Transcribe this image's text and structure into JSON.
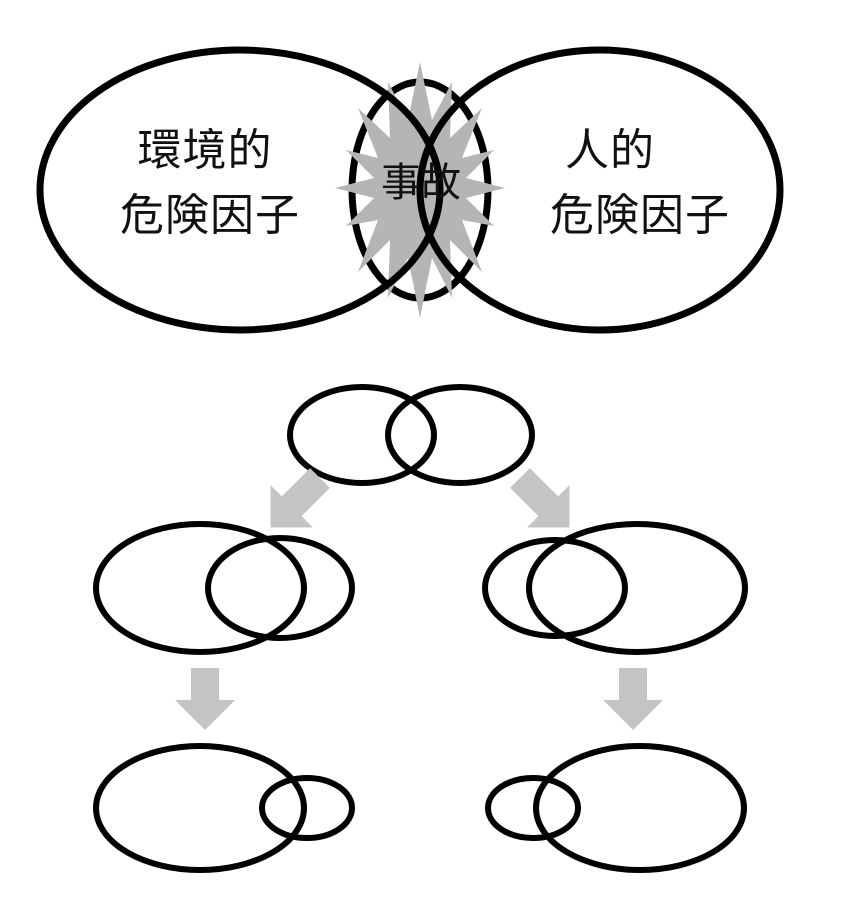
{
  "top_diagram": {
    "left_label_line1": "環境的",
    "left_label_line2": "危険因子",
    "right_label_line1": "人的",
    "right_label_line2": "危険因子",
    "center_label": "事故"
  },
  "colors": {
    "outline": "#000000",
    "burst": "#b5b5b5",
    "arrow": "#c4c4c4",
    "background": "#ffffff"
  }
}
